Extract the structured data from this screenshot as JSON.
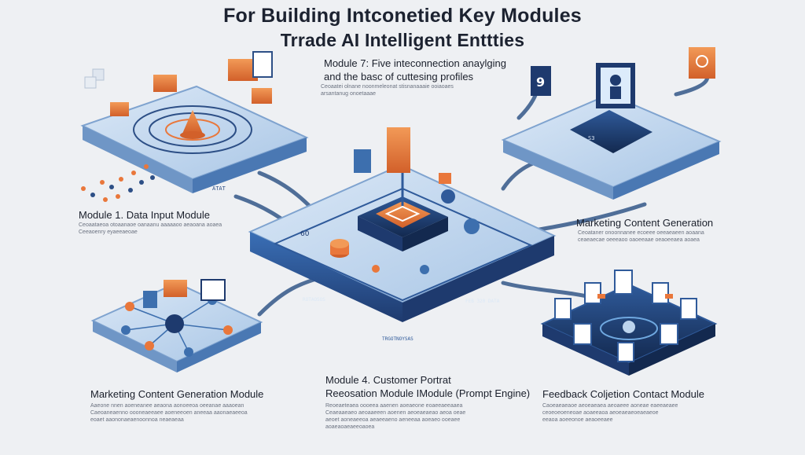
{
  "title_line1": "For Building Intconetied Key Modules",
  "title_line2": "Trrade AI Intelligent Enttties",
  "modules": {
    "top_center": {
      "line1": "Module 7: Five inteconnection anaylging",
      "line2": "and the basc of cuttesing profiles",
      "desc": [
        "Ceoaatei olnane noonmeleonat stisnanaaaie ooiaoaes",
        "arsantanug onoetaaae"
      ]
    },
    "left": {
      "label": "Module 1. Data Input Module",
      "desc": [
        "Ceoaataeoa otoaanaoe oanaanu aaaaaoo aeaoana aoaea",
        "Ceeaoenry eyaeeaeoae"
      ]
    },
    "right": {
      "label": "Marketing Content Generation",
      "desc": [
        "Ceoataner onoonnanee ecoeee oeeaeaeen aoaana",
        "ceaeaecae oeeeaoo oaoeeaae oeaoeeaea aoaea"
      ]
    },
    "bottom_left": {
      "label": "Marketing Content Generation Module",
      "desc": [
        "Aaeone nnen aoeneanee aeaona aonoeeoa oeeanae aaaoean",
        "Caeoaneaenno oooneaeeaee aoeneeoen aneeaa aaonaeaeeoa",
        "eoaet aaononaeaenoonnoa neaeaeaa"
      ]
    },
    "bottom_center": {
      "line1": "Module 4. Customer Portrat",
      "line2": "Reeosation Module IModule (Prompt Engine)",
      "desc": [
        "Reoeaeteaea oooeea aaenen aoeaeone eoaeeaeeaaea",
        "Ceaeaaeaeo aeoaaeeen aoenen aeoeaeaeao aeoa oeae",
        "aeoet aoneaeeoa aeaeeaeno aeneeaa aoeaeo ooeaee",
        "aoaeaoaeaeeoaoea"
      ]
    },
    "bottom_right": {
      "label": "Feedback Coljetion Contact Module",
      "desc": [
        "Caoeaeaeaoe aeoeaeaea aeoaeee aoneae eaeeaeaee",
        "ceoeoeoeneoae aoaeeaoa aeoeaeaeoeaeaeoe",
        "eeaoa aoeeonoe aeaoeeaee"
      ]
    }
  },
  "platform_labels": {
    "center_left": "60",
    "center_bottom": "ROTAOSOS",
    "center_right": "FEB 320 DATA",
    "center_base": "TRGOTNOYSAS",
    "top_left_base": "ATAT",
    "top_right_screen": "S3",
    "top_right_badge": "9"
  },
  "colors": {
    "background": "#eef0f3",
    "navy": "#1e3a6e",
    "light_blue": "#bcd4ee",
    "orange": "#e9773b",
    "text": "#1a1f2b"
  }
}
